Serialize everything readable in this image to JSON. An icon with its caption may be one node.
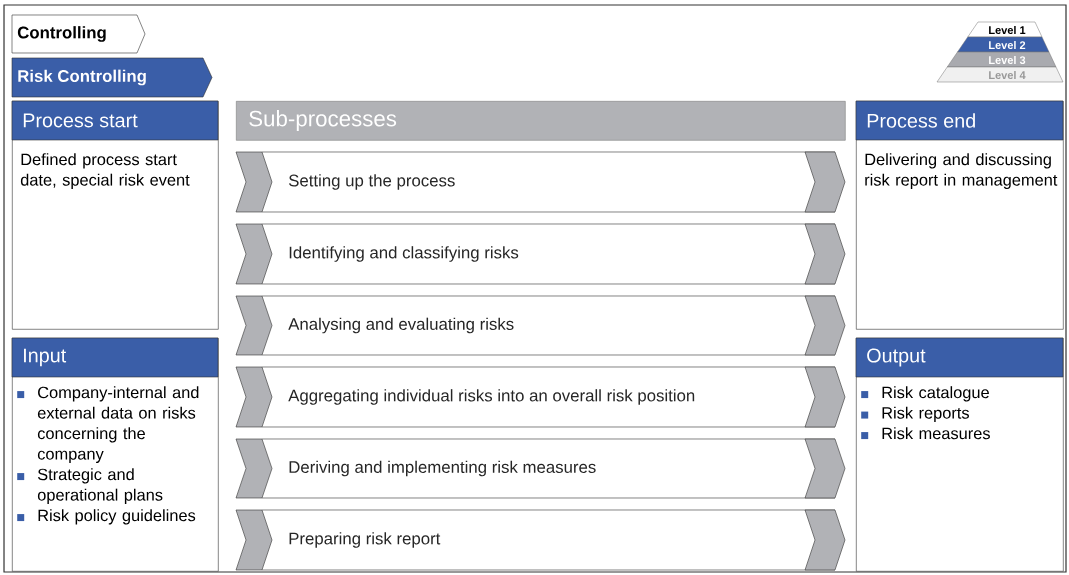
{
  "diagram": {
    "nodes": [
      {
        "text": [
          "Controlling"
        ]
      },
      {
        "text": [
          "Risk Controlling"
        ]
      },
      {
        "text": [
          "Level 1"
        ]
      },
      {
        "text": [
          "Level 2"
        ]
      },
      {
        "text": [
          "Level 3"
        ]
      },
      {
        "text": [
          "Level 4"
        ]
      },
      {
        "text": [
          "Process start",
          "Defined process start date, special risk event"
        ]
      },
      {
        "text": [
          "Sub-processes"
        ]
      },
      {
        "text": [
          "Setting up the process"
        ]
      },
      {
        "text": [
          "Identifying and classifying risks"
        ]
      },
      {
        "text": [
          "Analysing and evaluating risks"
        ]
      },
      {
        "text": [
          "Aggregating individual risks into an overall risk position"
        ]
      },
      {
        "text": [
          "Deriving and implementing risk measures"
        ]
      },
      {
        "text": [
          "Preparing  risk report"
        ]
      },
      {
        "text": [
          "Process end",
          "Delivering and discussing risk report in management"
        ]
      },
      {
        "text": [
          "Input",
          "Company-internal and external data on risks concerning the company",
          "Strategic and operational  plans",
          "Risk policy guidelines"
        ]
      },
      {
        "text": [
          "Output",
          "Risk catalogue",
          "Risk reports",
          "Risk measures"
        ]
      }
    ]
  }
}
